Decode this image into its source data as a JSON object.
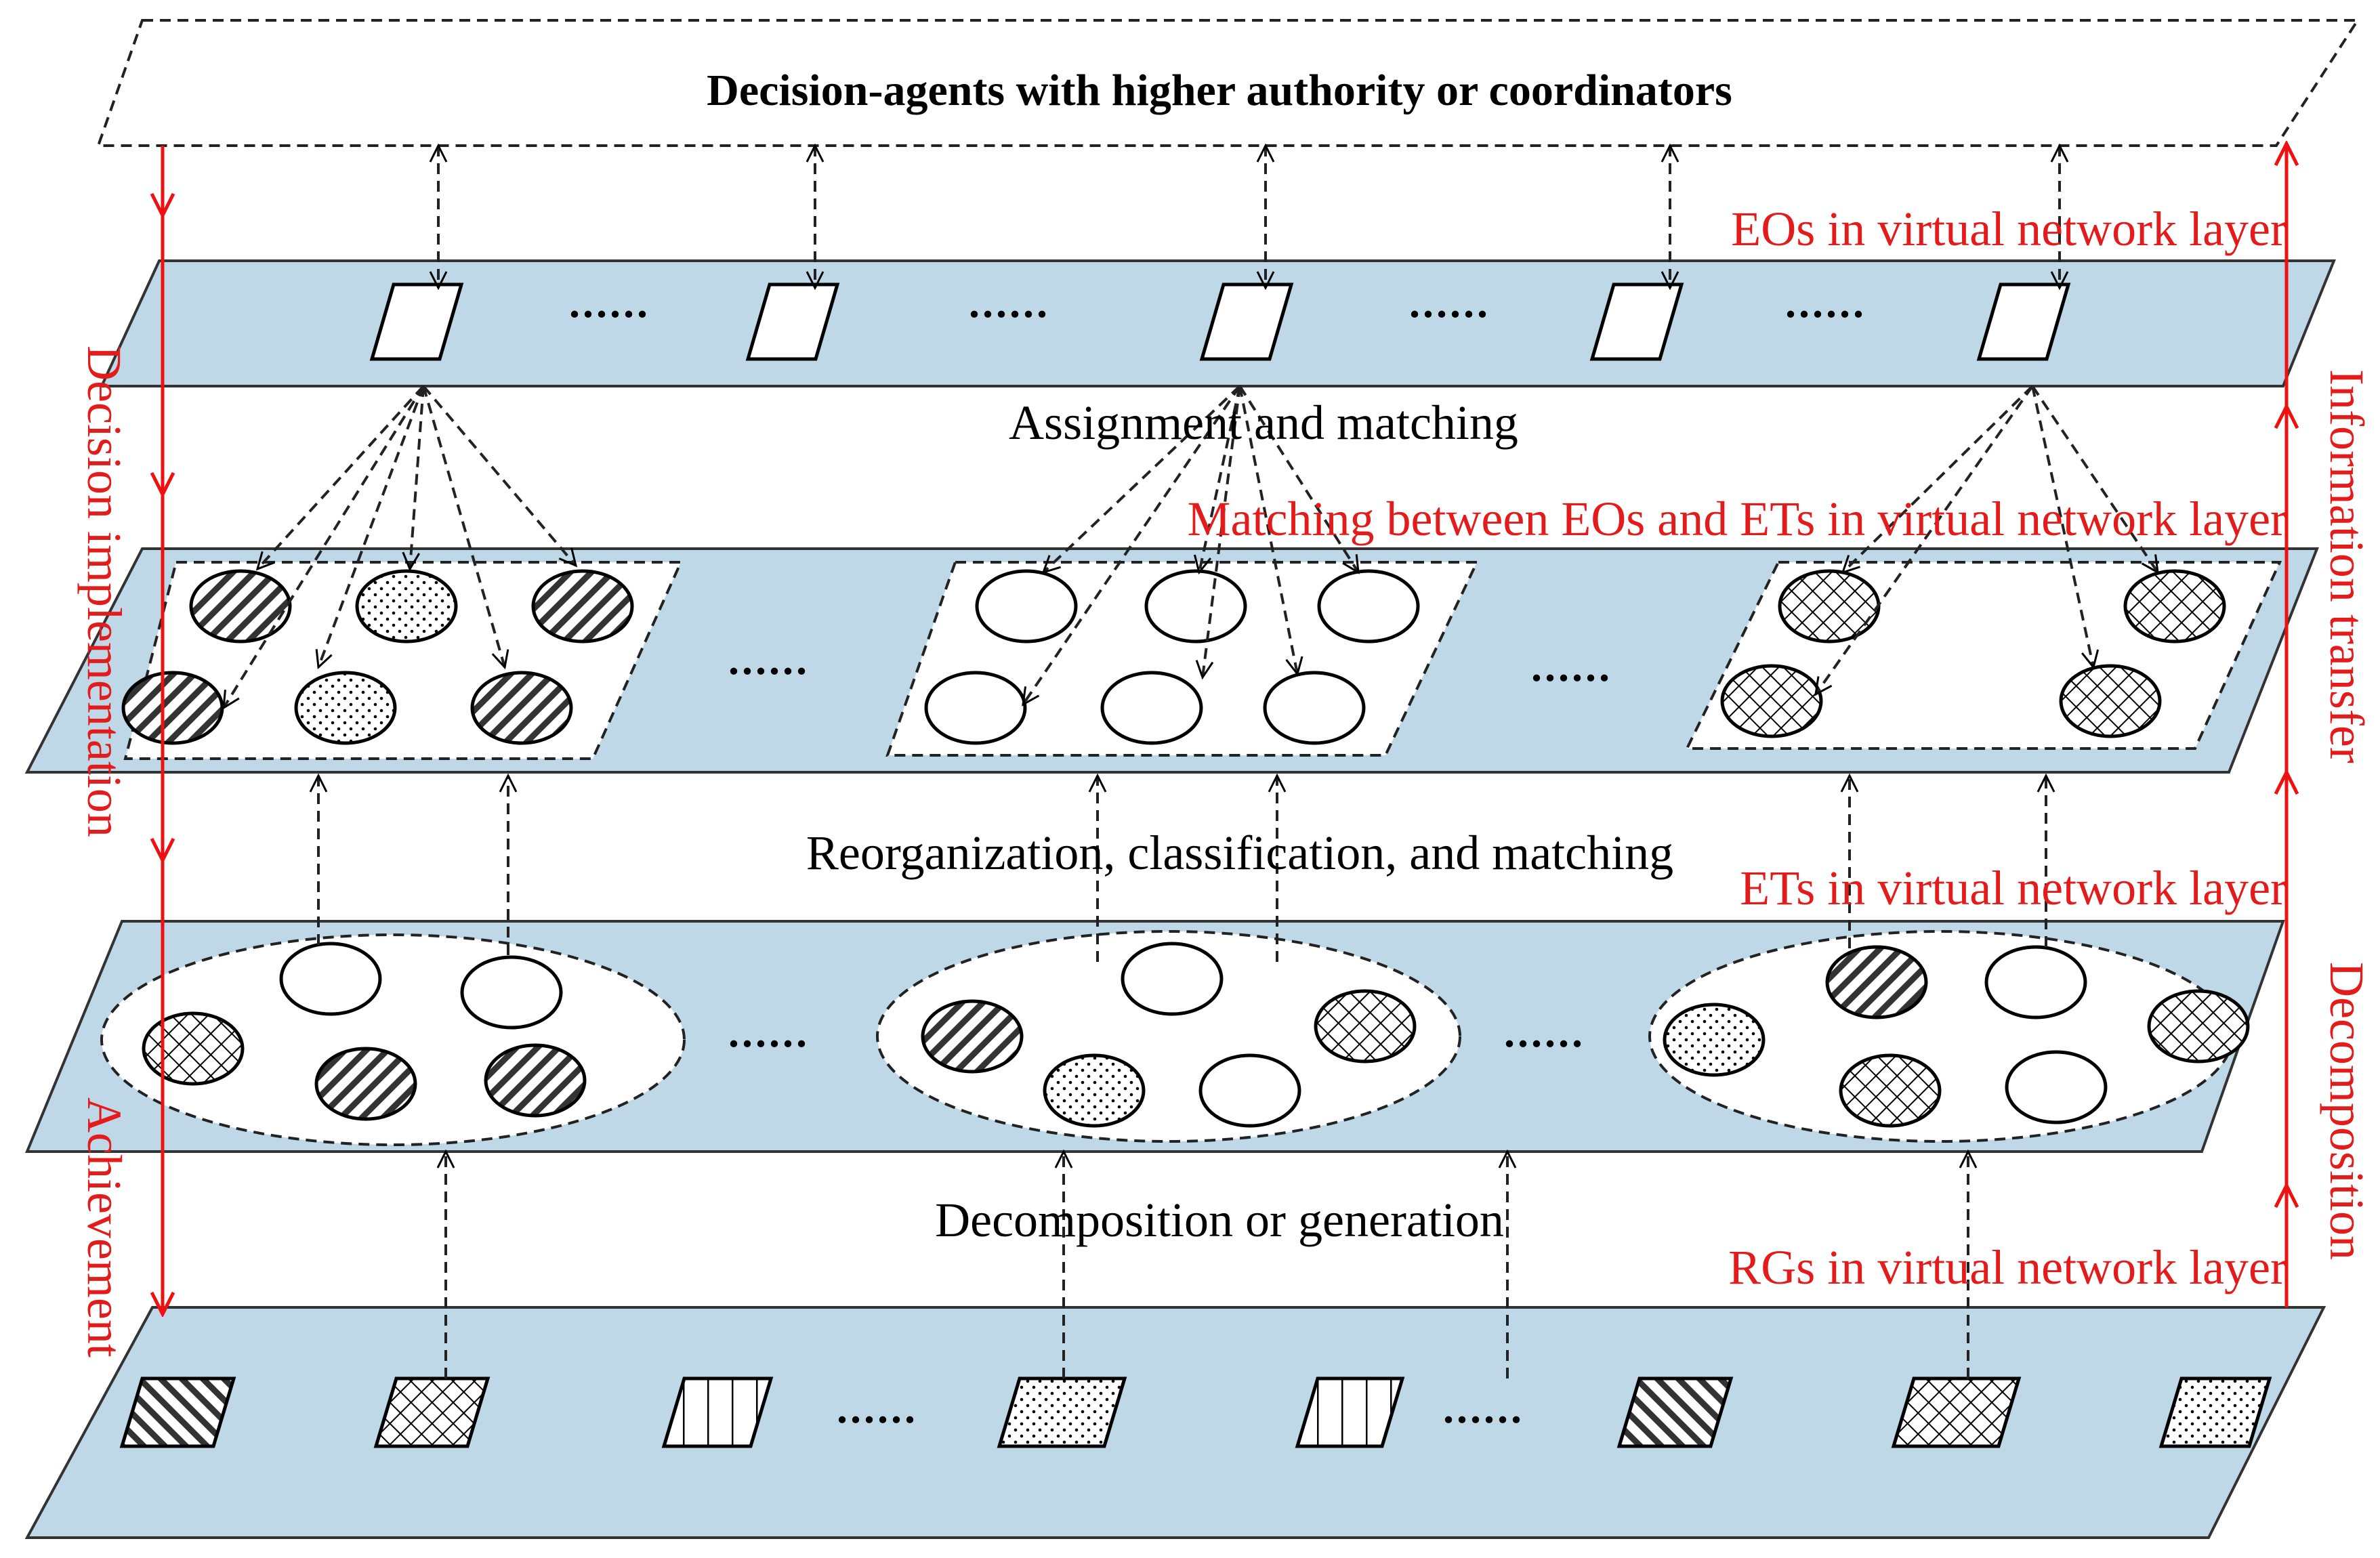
{
  "top_box": {
    "label": "Decision-agents with higher authority or coordinators"
  },
  "layers": {
    "eos": {
      "label": "EOs in virtual network layer"
    },
    "matching": {
      "label": "Matching between EOs and ETs in virtual network layer"
    },
    "ets": {
      "label": "ETs in virtual network layer"
    },
    "rgs": {
      "label": "RGs in virtual network  layer"
    }
  },
  "processes": {
    "assignment": "Assignment and matching",
    "reorganization": "Reorganization, classification, and matching",
    "decomposition": "Decomposition or generation"
  },
  "side_labels": {
    "left_upper": "Decision implementation",
    "left_lower": "Achievement",
    "right_upper": "Information transfer",
    "right_lower": "Decomposition"
  },
  "ellipsis": "......",
  "colors": {
    "plane_fill": "#bfd8e8",
    "red_text": "#e41b1b",
    "red_arrow": "#ee1111"
  },
  "patterns": [
    "diagonal-stripes",
    "dots",
    "crosshatch",
    "vertical-stripes",
    "empty"
  ]
}
